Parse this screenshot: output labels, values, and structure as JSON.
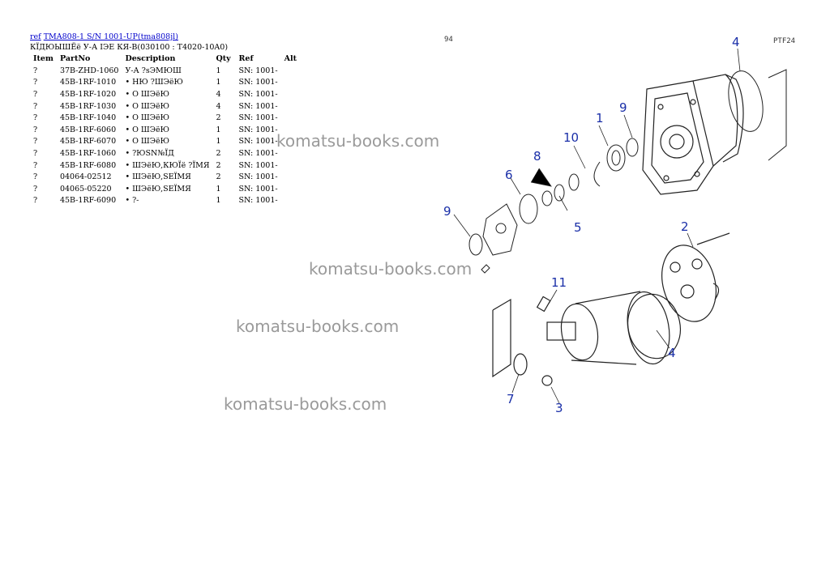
{
  "header": {
    "ref_link": "ref",
    "model_link": "TMA808-1 S/N 1001-UP(tma808jl)",
    "subtitle": "КЇДЮЫШЁё У-А ІЭЕ КЯ-В(030100 : T4020-10A0)"
  },
  "table": {
    "columns": [
      "Item",
      "PartNo",
      "Description",
      "Qty",
      "Ref",
      "Alt"
    ],
    "rows": [
      {
        "item": "?",
        "part": "37B-ZHD-1060",
        "desc": "У-А ?sЭМЮШ",
        "qty": "1",
        "ref": "SN: 1001-",
        "alt": ""
      },
      {
        "item": "?",
        "part": "45B-1RF-1010",
        "desc": "• НЮ ?ШЭёЮ",
        "qty": "1",
        "ref": "SN: 1001-",
        "alt": ""
      },
      {
        "item": "?",
        "part": "45B-1RF-1020",
        "desc": "• О ШЭёЮ",
        "qty": "4",
        "ref": "SN: 1001-",
        "alt": ""
      },
      {
        "item": "?",
        "part": "45B-1RF-1030",
        "desc": "• О ШЭёЮ",
        "qty": "4",
        "ref": "SN: 1001-",
        "alt": ""
      },
      {
        "item": "?",
        "part": "45B-1RF-1040",
        "desc": "• О ШЭёЮ",
        "qty": "2",
        "ref": "SN: 1001-",
        "alt": ""
      },
      {
        "item": "?",
        "part": "45B-1RF-6060",
        "desc": "• О ШЭёЮ",
        "qty": "1",
        "ref": "SN: 1001-",
        "alt": ""
      },
      {
        "item": "?",
        "part": "45B-1RF-6070",
        "desc": "• О ШЭёЮ",
        "qty": "1",
        "ref": "SN: 1001-",
        "alt": ""
      },
      {
        "item": "?",
        "part": "45B-1RF-1060",
        "desc": "• ?ЮSN№ЇД",
        "qty": "2",
        "ref": "SN: 1001-",
        "alt": ""
      },
      {
        "item": "?",
        "part": "45B-1RF-6080",
        "desc": "• ШЭёЮ,КЮЇё ?ЇМЯ",
        "qty": "2",
        "ref": "SN: 1001-",
        "alt": ""
      },
      {
        "item": "?",
        "part": "04064-02512",
        "desc": "• ШЭёЮ,SЕЇМЯ",
        "qty": "2",
        "ref": "SN: 1001-",
        "alt": ""
      },
      {
        "item": "?",
        "part": "04065-05220",
        "desc": "• ШЭёЮ,SЕЇМЯ",
        "qty": "1",
        "ref": "SN: 1001-",
        "alt": ""
      },
      {
        "item": "?",
        "part": "45B-1RF-6090",
        "desc": "• ?-",
        "qty": "1",
        "ref": "SN: 1001-",
        "alt": ""
      }
    ]
  },
  "watermark": "komatsu-books.com",
  "diagram": {
    "page_number": "94",
    "page_code": "PTF24",
    "callouts": [
      "4",
      "9",
      "1",
      "10",
      "8",
      "6",
      "9",
      "5",
      "2",
      "11",
      "4",
      "7",
      "3"
    ]
  },
  "colors": {
    "link": "#0000cc",
    "callout": "#1a2fa8",
    "watermark": "#9a9a9a"
  }
}
